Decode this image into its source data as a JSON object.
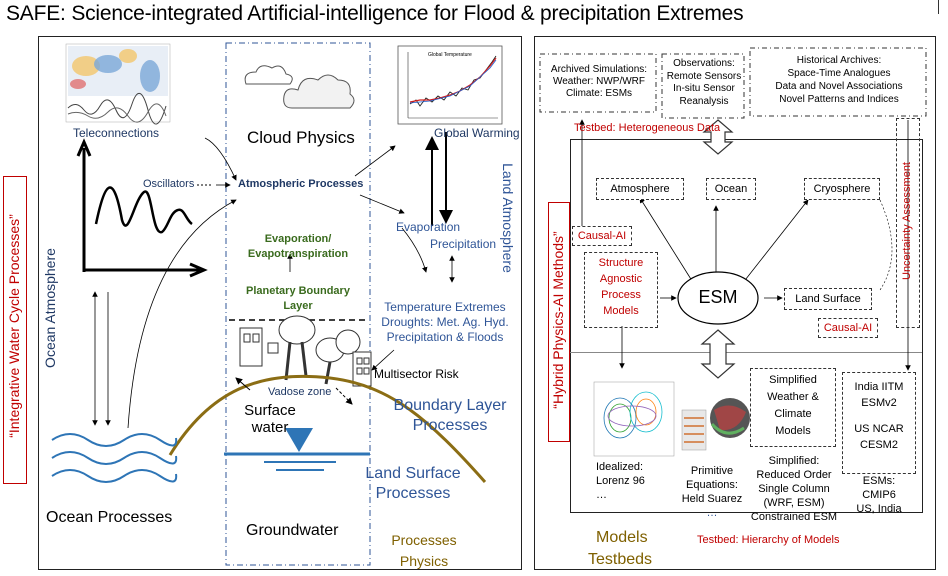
{
  "title": "SAFE: Science-integrated Artificial-intelligence for Flood & precipitation Extremes",
  "left_panel": {
    "side_label": "“Integrative Water Cycle Processes”",
    "teleconnections": "Teleconnections",
    "oscillators": "Oscillators",
    "ocean_atmosphere": "Ocean Atmosphere",
    "ocean_processes": "Ocean Processes",
    "cloud_physics": "Cloud Physics",
    "atmospheric_processes": "Atmospheric Processes",
    "evapotranspiration_1": "Evaporation/",
    "evapotranspiration_2": "Evapotranspiration",
    "pbl_1": "Planetary Boundary",
    "pbl_2": "Layer",
    "global_warming": "Global Warming",
    "gw_chart_title": "Global Temperature",
    "land_atmosphere": "Land Atmosphere",
    "evaporation": "Evaporation",
    "precipitation": "Precipitation",
    "extremes_1": "Temperature Extremes",
    "extremes_2": "Droughts: Met. Ag. Hyd.",
    "extremes_3": "Precipitation & Floods",
    "multisector_risk": "Multisector Risk",
    "vadose_zone": "Vadose zone",
    "surface_water_1": "Surface",
    "surface_water_2": "water",
    "boundary_layer_1": "Boundary Layer",
    "boundary_layer_2": "Processes",
    "land_surface_1": "Land Surface",
    "land_surface_2": "Processes",
    "groundwater": "Groundwater",
    "processes_physics_1": "Processes",
    "processes_physics_2": "Physics"
  },
  "right_panel": {
    "side_label": "“Hybrid Physics-AI Methods”",
    "archived_1": "Archived Simulations:",
    "archived_2": "Weather: NWP/WRF",
    "archived_3": "Climate: ESMs",
    "obs_1": "Observations:",
    "obs_2": "Remote Sensors",
    "obs_3": "In-situ Sensor",
    "obs_4": "Reanalysis",
    "hist_1": "Historical Archives:",
    "hist_2": "Space-Time Analogues",
    "hist_3": "Data and Novel Associations",
    "hist_4": "Novel Patterns and Indices",
    "testbed_hetero": "Testbed: Heterogeneous Data",
    "atmosphere": "Atmosphere",
    "ocean": "Ocean",
    "cryosphere": "Cryosphere",
    "esm": "ESM",
    "land_surface": "Land Surface",
    "causal_ai": "Causal-AI",
    "causal_ai_2": "Causal-AI",
    "uncertainty": "Uncertainty Assessment",
    "structure_1": "Structure",
    "structure_2": "Agnostic",
    "structure_3": "Process",
    "structure_4": "Models",
    "simplified_1": "Simplified",
    "simplified_2": "Weather &",
    "simplified_3": "Climate",
    "simplified_4": "Models",
    "esm_list_1": "India IITM",
    "esm_list_2": "ESMv2",
    "esm_list_3": "US NCAR",
    "esm_list_4": "CESM2",
    "idealized_1": "Idealized:",
    "idealized_2": "Lorenz 96",
    "idealized_3": "…",
    "primitive_1": "Primitive",
    "primitive_2": "Equations:",
    "primitive_3": "Held Suarez",
    "primitive_4": "…",
    "reduced_1": "Simplified:",
    "reduced_2": "Reduced Order",
    "reduced_3": "Single Column",
    "reduced_4": "(WRF, ESM)",
    "reduced_5": "Constrained ESM",
    "esms_1": "ESMs:",
    "esms_2": "CMIP6",
    "esms_3": "US, India",
    "models": "Models",
    "testbeds": "Testbeds",
    "testbed_hierarchy": "Testbed: Hierarchy of Models"
  },
  "colors": {
    "navy": "#1f3864",
    "blue": "#2f5597",
    "red": "#c00000",
    "green": "#3a6b1e",
    "olive": "#7f6000",
    "hill": "#8b6d14",
    "water": "#2e75b6"
  }
}
